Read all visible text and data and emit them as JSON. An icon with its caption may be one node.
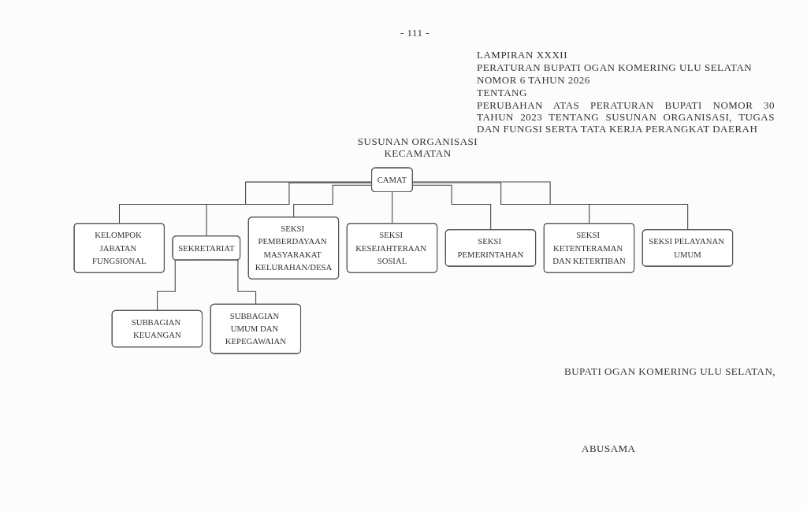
{
  "diagram": {
    "title": "SUSUNAN ORGANISASI KECAMATAN",
    "nodes": [
      {
        "text": [
          "CAMAT"
        ]
      },
      {
        "text": [
          "KELOMPOK JABATAN FUNGSIONAL"
        ]
      },
      {
        "text": [
          "SEKRETARIAT"
        ]
      },
      {
        "text": [
          "SUBBAGIAN KEUANGAN"
        ]
      },
      {
        "text": [
          "SUBBAGIAN UMUM DAN KEPEGAWAIAN"
        ]
      },
      {
        "text": [
          "SEKSI PEMBERDAYAAN MASYARAKAT KELURAHAN/DESA"
        ]
      },
      {
        "text": [
          "SEKSI KESEJAHTERAAN SOSIAL"
        ]
      },
      {
        "text": [
          "SEKSI PEMERINTAHAN"
        ]
      },
      {
        "text": [
          "SEKSI KETENTERAMAN DAN KETERTIBAN"
        ]
      },
      {
        "text": [
          "SEKSI PELAYANAN UMUM"
        ]
      }
    ],
    "edges": [
      {
        "from": 0,
        "to": 1,
        "arrow": "none"
      },
      {
        "from": 0,
        "to": 2,
        "arrow": "none"
      },
      {
        "from": 2,
        "to": 3,
        "arrow": "none"
      },
      {
        "from": 2,
        "to": 4,
        "arrow": "none"
      },
      {
        "from": 0,
        "to": 5,
        "arrow": "none"
      },
      {
        "from": 0,
        "to": 6,
        "arrow": "none"
      },
      {
        "from": 0,
        "to": 7,
        "arrow": "none"
      },
      {
        "from": 0,
        "to": 8,
        "arrow": "none"
      },
      {
        "from": 0,
        "to": 9,
        "arrow": "none"
      }
    ],
    "labels": [
      "- 111 -",
      "LAMPIRAN XXXII",
      "PERATURAN BUPATI OGAN KOMERING ULU SELATAN",
      "NOMOR 6 TAHUN 2026",
      "TENTANG",
      "PERUBAHAN ATAS PERATURAN BUPATI NOMOR 30 TAHUN 2023 TENTANG SUSUNAN ORGANISASI, TUGAS DAN FUNGSI SERTA TATA KERJA PERANGKAT DAERAH",
      "BUPATI OGAN KOMERING ULU SELATAN,",
      "ABUSAMA"
    ]
  }
}
